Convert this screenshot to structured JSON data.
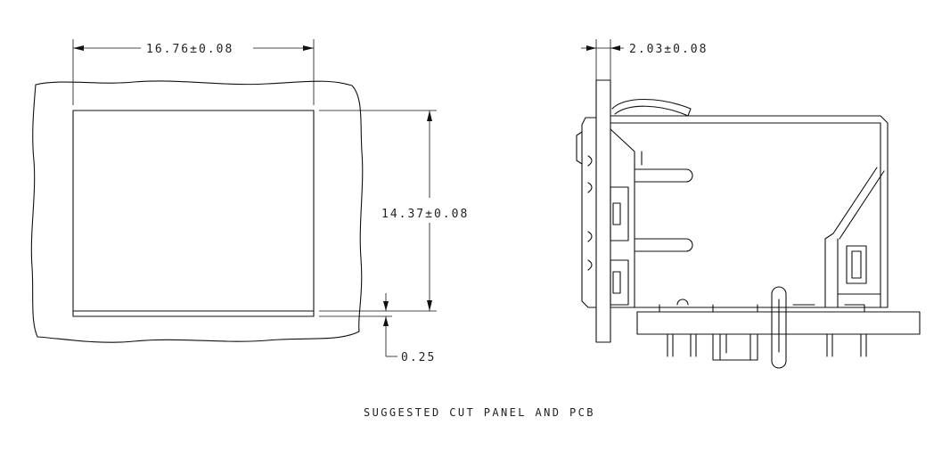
{
  "dimensions": {
    "width": "16.76±0.08",
    "height": "14.37±0.08",
    "offset": "0.25",
    "panel_thickness": "2.03±0.08"
  },
  "caption": "SUGGESTED CUT PANEL AND PCB"
}
